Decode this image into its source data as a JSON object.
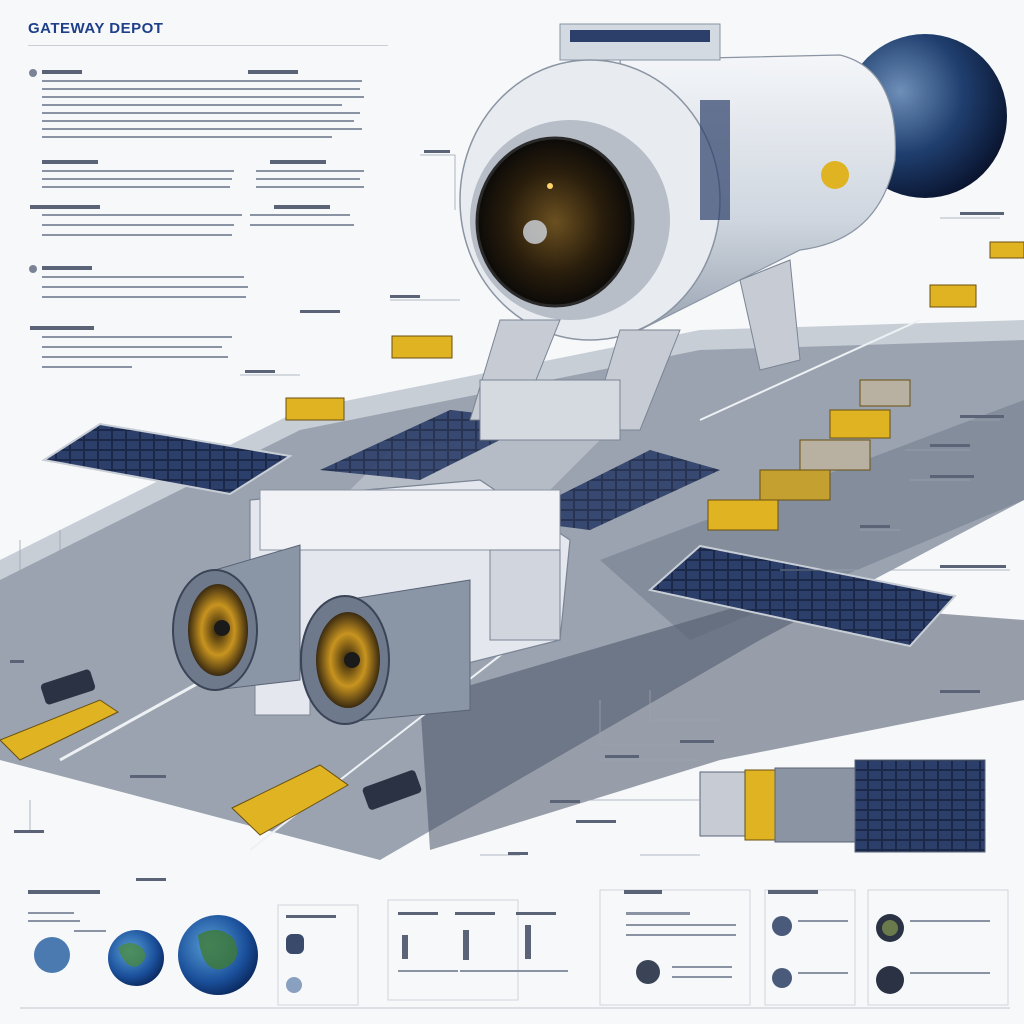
{
  "header": {
    "title": "GATEWAY DEPOT"
  },
  "colors": {
    "accent": "#1e3f8a",
    "hull": "#dfe4ea",
    "panel": "#1e2a4a",
    "cargo": "#e0b322",
    "pad": "#8d96a3",
    "planet": "#1f4f8f"
  },
  "illustration": {
    "elements": [
      "station-module",
      "landing-platform",
      "solar-arrays",
      "twin-thrusters",
      "cargo-containers",
      "ground-vehicles",
      "planet",
      "detached-module"
    ]
  }
}
